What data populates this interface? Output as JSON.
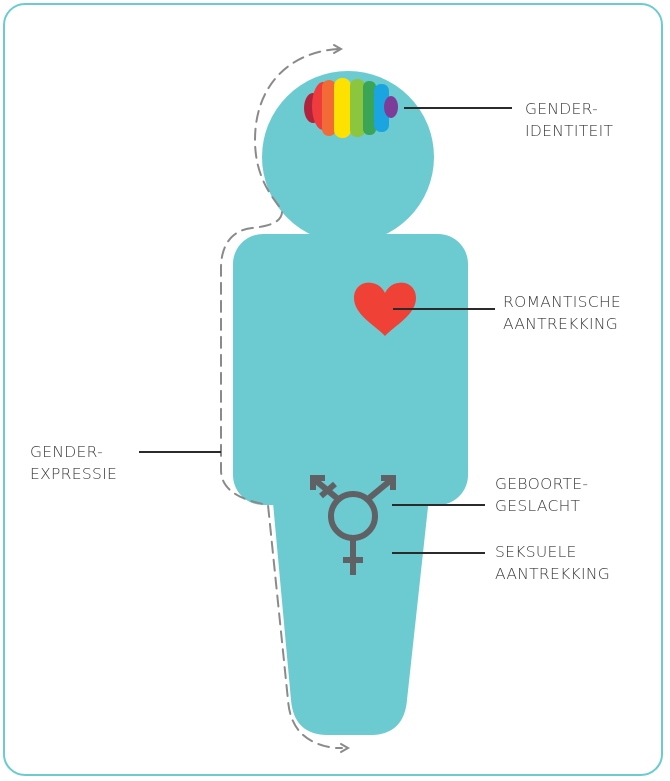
{
  "labels": {
    "gender_identity": [
      "GENDER-",
      "IDENTITEIT"
    ],
    "romantic_attraction": [
      "ROMANTISCHE",
      "AANTREKKING"
    ],
    "gender_expression": [
      "GENDER-",
      "EXPRESSIE"
    ],
    "birth_sex": [
      "GEBOORTE-",
      "GESLACHT"
    ],
    "sexual_attraction": [
      "SEKSUELE",
      "AANTREKKING"
    ]
  },
  "colors": {
    "figure": "#6ccbd1",
    "frame": "#6ccbd1",
    "heart": "#ef4136",
    "symbol": "#5f6164",
    "leader_line": "#2b2b2b",
    "dashed_outline": "#8a8a8a",
    "brain_rainbow": [
      "#b0233d",
      "#ee3b3b",
      "#f26b36",
      "#fde100",
      "#8cc63f",
      "#3aa655",
      "#1aa5e1",
      "#7d3c98"
    ]
  },
  "icons": [
    "rainbow-brain-icon",
    "heart-icon",
    "transgender-symbol-icon",
    "arrow-icon"
  ]
}
